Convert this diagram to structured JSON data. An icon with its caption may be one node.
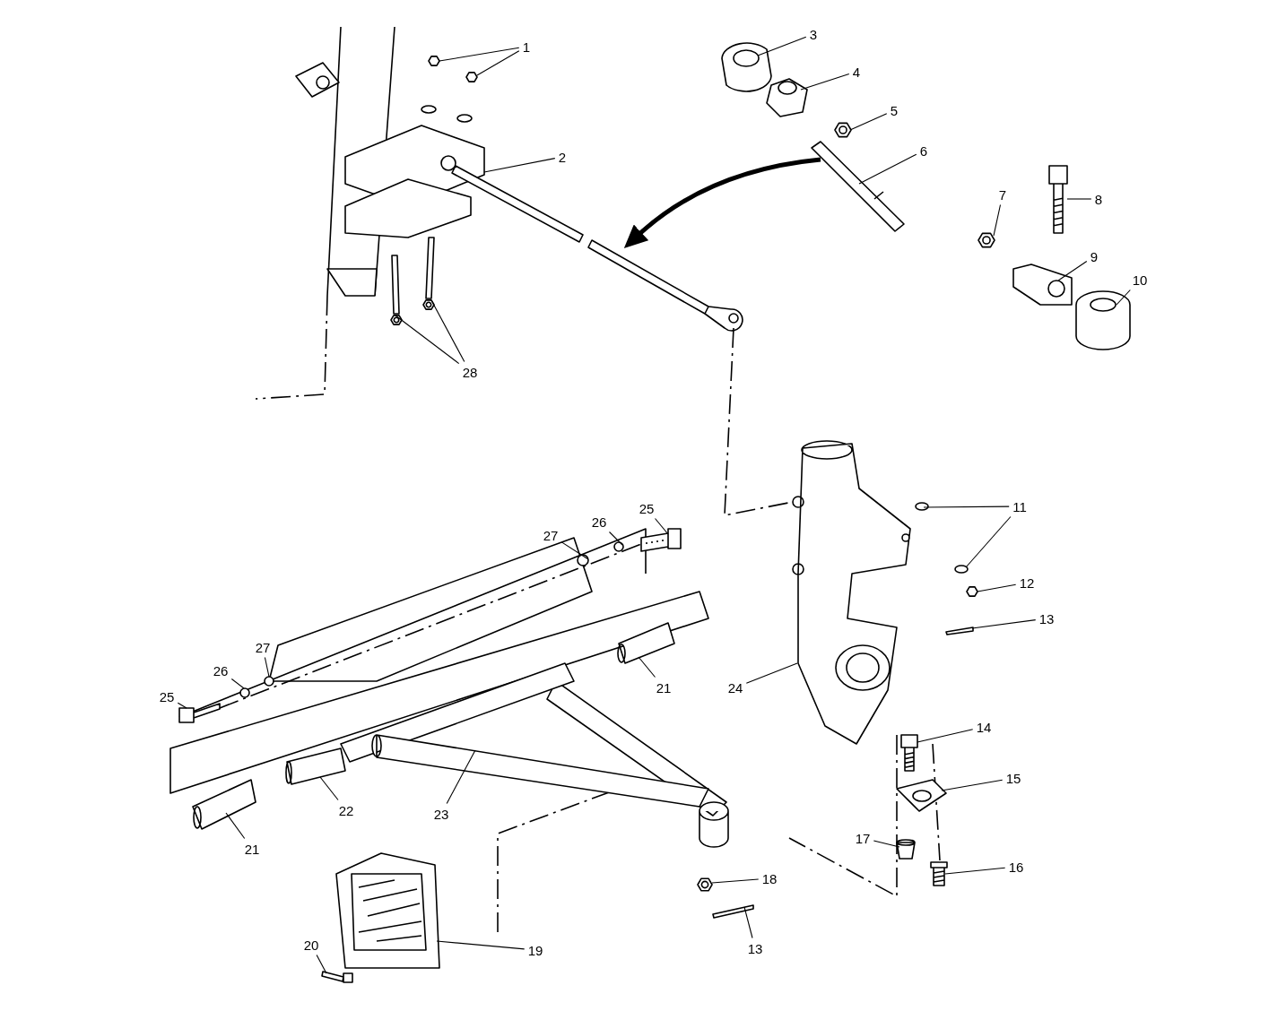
{
  "diagram": {
    "nodes": [
      {
        "text": [
          "1"
        ]
      },
      {
        "text": [
          "2"
        ]
      },
      {
        "text": [
          "3"
        ]
      },
      {
        "text": [
          "4"
        ]
      },
      {
        "text": [
          "5"
        ]
      },
      {
        "text": [
          "6"
        ]
      },
      {
        "text": [
          "7"
        ]
      },
      {
        "text": [
          "8"
        ]
      },
      {
        "text": [
          "9"
        ]
      },
      {
        "text": [
          "10"
        ]
      },
      {
        "text": [
          "11"
        ]
      },
      {
        "text": [
          "12"
        ]
      },
      {
        "text": [
          "13"
        ]
      },
      {
        "text": [
          "14"
        ]
      },
      {
        "text": [
          "15"
        ]
      },
      {
        "text": [
          "16"
        ]
      },
      {
        "text": [
          "17"
        ]
      },
      {
        "text": [
          "18"
        ]
      },
      {
        "text": [
          "13"
        ]
      },
      {
        "text": [
          "19"
        ]
      },
      {
        "text": [
          "20"
        ]
      },
      {
        "text": [
          "21"
        ]
      },
      {
        "text": [
          "21"
        ]
      },
      {
        "text": [
          "22"
        ]
      },
      {
        "text": [
          "23"
        ]
      },
      {
        "text": [
          "24"
        ]
      },
      {
        "text": [
          "25"
        ]
      },
      {
        "text": [
          "26"
        ]
      },
      {
        "text": [
          "27"
        ]
      },
      {
        "text": [
          "27"
        ]
      },
      {
        "text": [
          "26"
        ]
      },
      {
        "text": [
          "25"
        ]
      },
      {
        "text": [
          "28"
        ]
      },
      {
        "text": [],
        "shape": "hexagon"
      },
      {
        "text": [],
        "shape": "hexagon"
      },
      {
        "text": [],
        "shape": "picture"
      },
      {
        "text": [],
        "shape": "picture"
      },
      {
        "text": [],
        "shape": "picture"
      },
      {
        "text": [],
        "shape": "picture"
      },
      {
        "text": [],
        "shape": "picture"
      },
      {
        "text": [],
        "shape": "picture"
      },
      {
        "text": [],
        "shape": "picture"
      },
      {
        "text": [],
        "shape": "picture"
      },
      {
        "text": [],
        "shape": "picture"
      },
      {
        "text": [],
        "shape": "circle"
      },
      {
        "text": [],
        "shape": "circle"
      },
      {
        "text": [],
        "shape": "hexagon"
      },
      {
        "text": [],
        "shape": "bar"
      },
      {
        "text": [],
        "shape": "picture"
      },
      {
        "text": [],
        "shape": "picture"
      },
      {
        "text": [],
        "shape": "picture"
      },
      {
        "text": [],
        "shape": "picture"
      },
      {
        "text": [],
        "shape": "picture"
      },
      {
        "text": [],
        "shape": "bar"
      },
      {
        "text": [],
        "shape": "picture"
      },
      {
        "text": [],
        "shape": "picture"
      },
      {
        "text": [],
        "shape": "picture"
      },
      {
        "text": [],
        "shape": "picture"
      },
      {
        "text": [],
        "shape": "picture"
      },
      {
        "text": [],
        "shape": "picture"
      },
      {
        "text": [],
        "shape": "picture"
      },
      {
        "text": [],
        "shape": "picture"
      },
      {
        "text": [],
        "shape": "circle"
      },
      {
        "text": [],
        "shape": "circle"
      },
      {
        "text": [],
        "shape": "circle"
      },
      {
        "text": [],
        "shape": "circle"
      },
      {
        "text": [],
        "shape": "picture"
      },
      {
        "text": [],
        "shape": "picture"
      },
      {
        "text": [],
        "shape": "picture"
      }
    ],
    "edges": [
      {
        "from": 0,
        "to": 33,
        "arrow": "none"
      },
      {
        "from": 0,
        "to": 34,
        "arrow": "none"
      },
      {
        "from": 1,
        "to": 35,
        "arrow": "none"
      },
      {
        "from": 2,
        "to": 36,
        "arrow": "none"
      },
      {
        "from": 3,
        "to": 37,
        "arrow": "none"
      },
      {
        "from": 4,
        "to": 38,
        "arrow": "none"
      },
      {
        "from": 5,
        "to": 39,
        "arrow": "none"
      },
      {
        "from": 6,
        "to": 40,
        "arrow": "none"
      },
      {
        "from": 7,
        "to": 41,
        "arrow": "none"
      },
      {
        "from": 8,
        "to": 42,
        "arrow": "none"
      },
      {
        "from": 9,
        "to": 43,
        "arrow": "none"
      },
      {
        "from": 10,
        "to": 44,
        "arrow": "none"
      },
      {
        "from": 10,
        "to": 45,
        "arrow": "none"
      },
      {
        "from": 11,
        "to": 46,
        "arrow": "none"
      },
      {
        "from": 12,
        "to": 47,
        "arrow": "none"
      },
      {
        "from": 13,
        "to": 48,
        "arrow": "none"
      },
      {
        "from": 14,
        "to": 49,
        "arrow": "none"
      },
      {
        "from": 15,
        "to": 50,
        "arrow": "none"
      },
      {
        "from": 16,
        "to": 51,
        "arrow": "none"
      },
      {
        "from": 17,
        "to": 52,
        "arrow": "none"
      },
      {
        "from": 18,
        "to": 53,
        "arrow": "none"
      },
      {
        "from": 19,
        "to": 54,
        "arrow": "none"
      },
      {
        "from": 20,
        "to": 55,
        "arrow": "none"
      },
      {
        "from": 21,
        "to": 56,
        "arrow": "none"
      },
      {
        "from": 22,
        "to": 57,
        "arrow": "none"
      },
      {
        "from": 23,
        "to": 58,
        "arrow": "none"
      },
      {
        "from": 24,
        "to": 59,
        "arrow": "none"
      },
      {
        "from": 25,
        "to": 60,
        "arrow": "none"
      },
      {
        "from": 26,
        "to": 61,
        "arrow": "none"
      },
      {
        "from": 27,
        "to": 62,
        "arrow": "none"
      },
      {
        "from": 28,
        "to": 63,
        "arrow": "none"
      },
      {
        "from": 29,
        "to": 64,
        "arrow": "none"
      },
      {
        "from": 30,
        "to": 65,
        "arrow": "none"
      },
      {
        "from": 31,
        "to": 66,
        "arrow": "none"
      },
      {
        "from": 32,
        "to": 67,
        "arrow": "none"
      },
      {
        "from": 32,
        "to": 68,
        "arrow": "none"
      },
      {
        "from": 39,
        "to": 35,
        "arrow": "to",
        "style": "thick"
      },
      {
        "from": 35,
        "to": 60,
        "arrow": "none",
        "style": "dashed"
      },
      {
        "from": 66,
        "to": 61,
        "arrow": "none",
        "style": "dashed"
      }
    ]
  }
}
